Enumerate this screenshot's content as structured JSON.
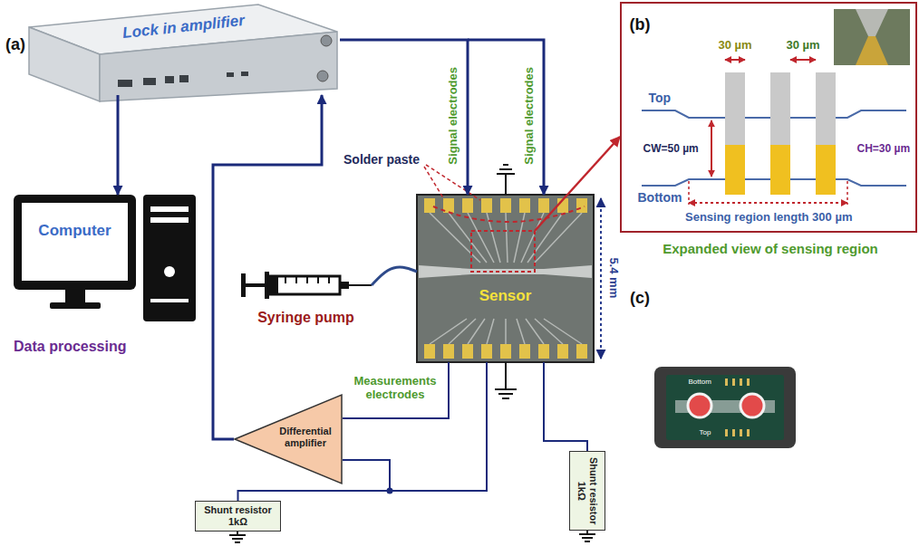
{
  "diagram": {
    "nodes": [
      {
        "text": [
          "Lock in amplifier"
        ]
      },
      {
        "text": [
          "Computer",
          "Data processing"
        ]
      },
      {
        "text": [
          "Syringe pump"
        ]
      },
      {
        "text": [
          "Sensor"
        ]
      },
      {
        "text": [
          "Differential amplifier"
        ]
      },
      {
        "text": [
          "Shunt resistor 1kΩ"
        ]
      },
      {
        "text": [
          "Shunt resistor 1kΩ"
        ]
      },
      {
        "text": [
          "Expanded view of sensing region"
        ]
      }
    ],
    "edges": [
      {
        "from": 0,
        "to": 1,
        "arrow": "to"
      },
      {
        "from": 0,
        "to": 3,
        "arrow": "to"
      },
      {
        "from": 2,
        "to": 3,
        "arrow": "none"
      },
      {
        "from": 3,
        "to": 4,
        "arrow": "none"
      },
      {
        "from": 3,
        "to": 5,
        "arrow": "none"
      },
      {
        "from": 3,
        "to": 6,
        "arrow": "none"
      },
      {
        "from": 4,
        "to": 0,
        "arrow": "to"
      },
      {
        "from": 3,
        "to": 7,
        "arrow": "to"
      }
    ],
    "labels": [
      "(a)",
      "Signal electrodes",
      "Signal electrodes",
      "Solder paste",
      "5.4 mm",
      "Measurements electrodes",
      "(b)",
      "30 µm",
      "30 µm",
      "Top",
      "CW=50 µm",
      "CH=30 µm",
      "Bottom",
      "Sensing region length 300 µm",
      "(c)",
      "Bottom",
      "Top"
    ]
  }
}
